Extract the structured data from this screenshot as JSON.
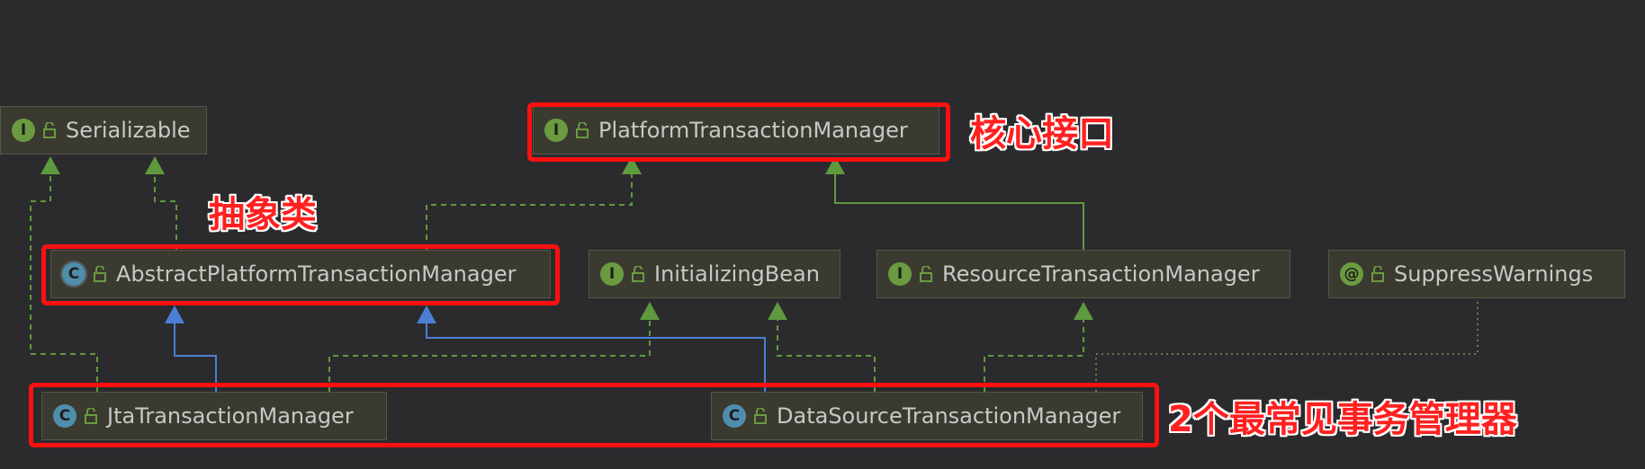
{
  "nodes": {
    "serializable": {
      "name": "Serializable",
      "kind": "I"
    },
    "platform": {
      "name": "PlatformTransactionManager",
      "kind": "I"
    },
    "abstract": {
      "name": "AbstractPlatformTransactionManager",
      "kind": "C"
    },
    "initializing": {
      "name": "InitializingBean",
      "kind": "I"
    },
    "resource": {
      "name": "ResourceTransactionManager",
      "kind": "I"
    },
    "suppress": {
      "name": "SuppressWarnings",
      "kind": "@"
    },
    "jta": {
      "name": "JtaTransactionManager",
      "kind": "C"
    },
    "datasource": {
      "name": "DataSourceTransactionManager",
      "kind": "C"
    }
  },
  "annotations": {
    "core_interface": "核心接口",
    "abstract_class": "抽象类",
    "common_managers": "2个最常见事务管理器"
  },
  "colors": {
    "background": "#2b2b2d",
    "implements_arrow": "#5f9a3e",
    "extends_arrow": "#4b7fd6",
    "highlight": "#ff1010"
  }
}
